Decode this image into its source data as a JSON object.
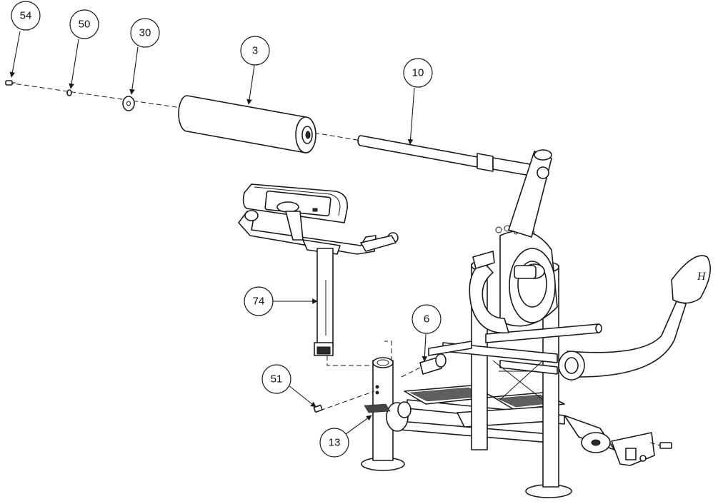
{
  "callouts": [
    {
      "id": "54",
      "label": "54"
    },
    {
      "id": "50",
      "label": "50"
    },
    {
      "id": "30",
      "label": "30"
    },
    {
      "id": "3",
      "label": "3"
    },
    {
      "id": "10",
      "label": "10"
    },
    {
      "id": "74",
      "label": "74"
    },
    {
      "id": "6",
      "label": "6"
    },
    {
      "id": "51",
      "label": "51"
    },
    {
      "id": "13",
      "label": "13"
    }
  ],
  "colors": {
    "line": "#1a1a1a",
    "fill": "#ffffff",
    "shade": "#2a2a2a"
  },
  "icons": {
    "logo": "hoist-logo-icon"
  }
}
